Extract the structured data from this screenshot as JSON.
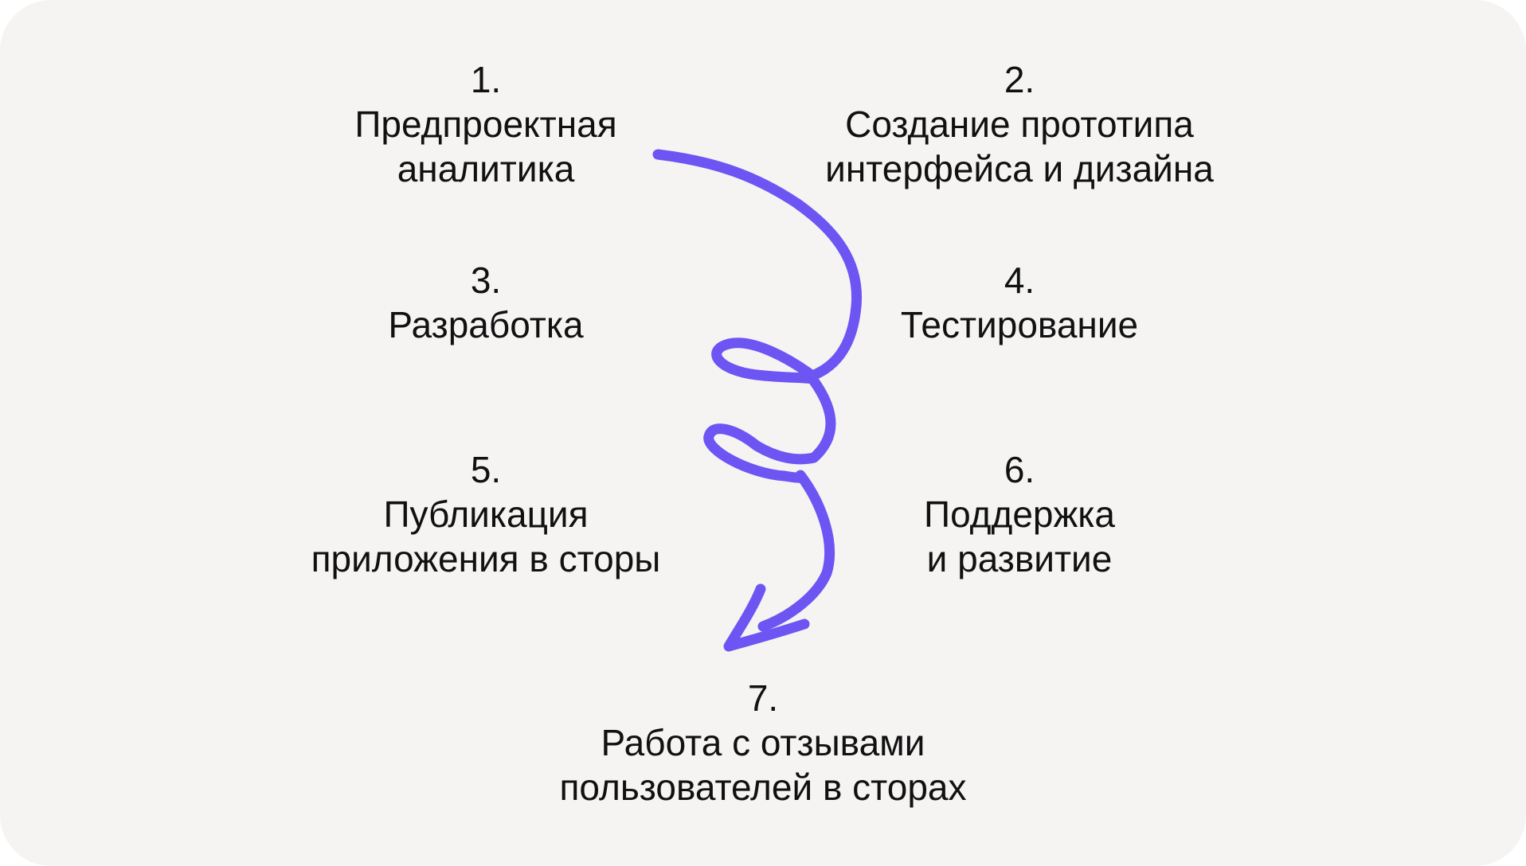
{
  "accent_color": "#6c55f2",
  "steps": [
    {
      "number": "1.",
      "lines": [
        "Предпроектная",
        "аналитика"
      ]
    },
    {
      "number": "2.",
      "lines": [
        "Создание прототипа",
        "интерфейса и дизайна"
      ]
    },
    {
      "number": "3.",
      "lines": [
        "Разработка"
      ]
    },
    {
      "number": "4.",
      "lines": [
        "Тестирование"
      ]
    },
    {
      "number": "5.",
      "lines": [
        "Публикация",
        "приложения в сторы"
      ]
    },
    {
      "number": "6.",
      "lines": [
        "Поддержка",
        "и развитие"
      ]
    },
    {
      "number": "7.",
      "lines": [
        "Работа с отзывами",
        "пользователей в сторах"
      ]
    }
  ],
  "arrow_icon": "curly-arrow-icon"
}
